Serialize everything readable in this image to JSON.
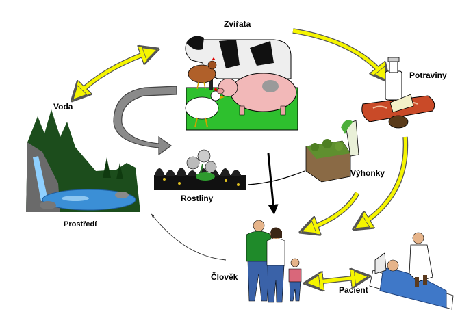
{
  "labels": {
    "animals": "Zvířata",
    "food": "Potraviny",
    "water": "Voda",
    "sprouts": "Výhonky",
    "plants": "Rostliny",
    "environment": "Prostředí",
    "human": "Člověk",
    "patient": "Pacient"
  },
  "colors": {
    "arrow_yellow": "#f5f500",
    "arrow_gray": "#8a8a8a",
    "arrow_black": "#000000",
    "grass": "#2ec02e",
    "water": "#3b8fd6"
  }
}
